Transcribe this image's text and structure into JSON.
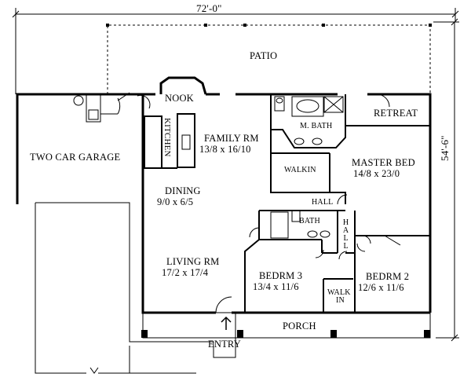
{
  "dimensions": {
    "width": "72'-0\"",
    "depth": "54'-6\""
  },
  "rooms": {
    "patio": {
      "name": "PATIO"
    },
    "nook": {
      "name": "NOOK"
    },
    "retreat": {
      "name": "RETREAT"
    },
    "garage": {
      "name": "TWO CAR GARAGE"
    },
    "kitchen": {
      "name": "KITCHEN"
    },
    "family": {
      "name": "FAMILY RM",
      "size": "13/8 x 16/10"
    },
    "mbath": {
      "name": "M. BATH"
    },
    "walkin_master": {
      "name": "WALKIN"
    },
    "master": {
      "name": "MASTER BED",
      "size": "14/8 x 23/0"
    },
    "dining": {
      "name": "DINING",
      "size": "9/0 x 6/5"
    },
    "hall_upper": {
      "name": "HALL"
    },
    "bath": {
      "name": "BATH"
    },
    "hall_vertical": {
      "name": "HALL"
    },
    "living": {
      "name": "LIVING RM",
      "size": "17/2 x 17/4"
    },
    "bedrm3": {
      "name": "BEDRM 3",
      "size": "13/4 x 11/6"
    },
    "walkin_bed3": {
      "line1": "WALK",
      "line2": "IN"
    },
    "bedrm2": {
      "name": "BEDRM 2",
      "size": "12/6 x 11/6"
    },
    "porch": {
      "name": "PORCH"
    },
    "entry": {
      "name": "ENTRY"
    }
  },
  "colors": {
    "wall": "#000000",
    "background": "#ffffff"
  }
}
